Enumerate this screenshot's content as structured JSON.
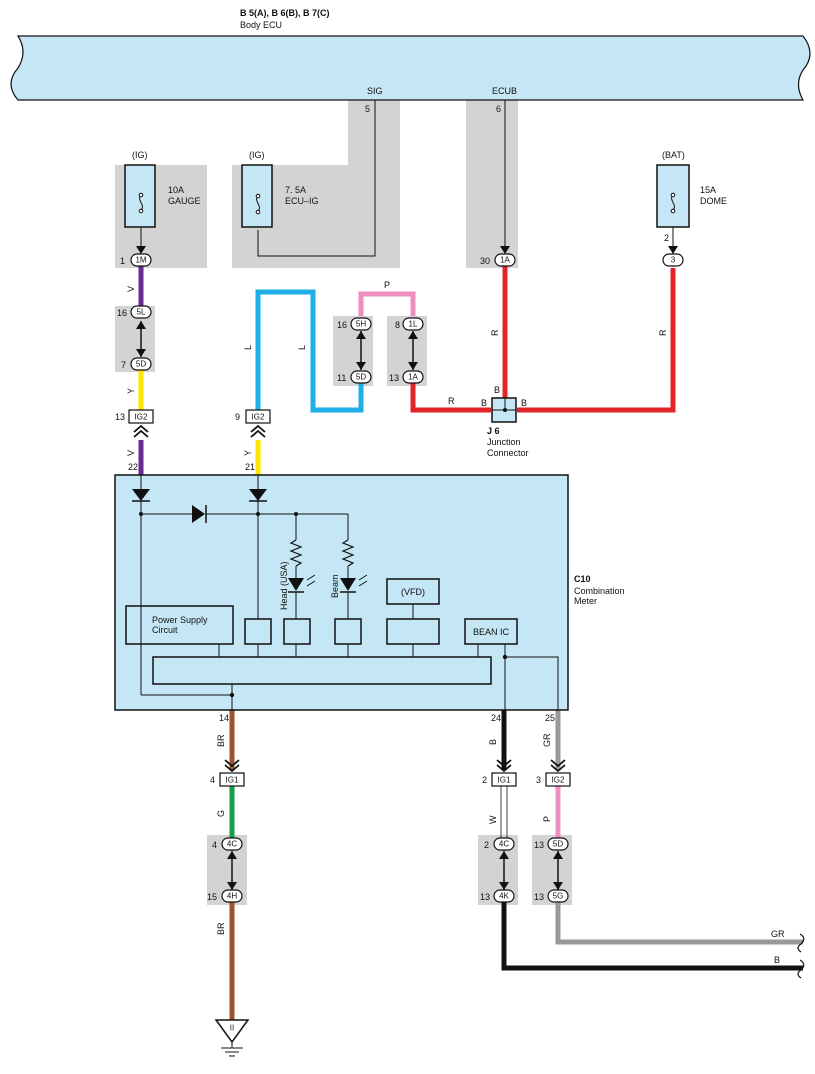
{
  "ecu": {
    "title": "B 5(A), B 6(B), B 7(C)",
    "name": "Body ECU",
    "pins": [
      {
        "label": "SIG",
        "num": "5"
      },
      {
        "label": "ECUB",
        "num": "6"
      }
    ]
  },
  "fuses": [
    {
      "source": "(IG)",
      "rating": "10A",
      "name": "GAUGE"
    },
    {
      "source": "(IG)",
      "rating": "7. 5A",
      "name": "ECU–IG"
    },
    {
      "source": "(BAT)",
      "rating": "15A",
      "name": "DOME"
    }
  ],
  "junction": {
    "id": "J 6",
    "name1": "Junction",
    "name2": "Connector",
    "pin_label": "B"
  },
  "meter": {
    "id": "C10",
    "name1": "Combination",
    "name2": "Meter",
    "power_supply1": "Power Supply",
    "power_supply2": "Circuit",
    "head": "Head (USA)",
    "beam": "Beam",
    "vfd": "(VFD)",
    "bean_ic": "BEAN IC"
  },
  "pins": {
    "p1": "1",
    "p30": "30",
    "p2": "2",
    "p16": "16",
    "p8": "8",
    "p11": "11",
    "p13": "13",
    "p7": "7",
    "p9": "9",
    "p22": "22",
    "p21": "21",
    "p14": "14",
    "p24": "24",
    "p25": "25",
    "p4": "4",
    "p15": "15",
    "p3": "3"
  },
  "connectors": {
    "c1M": "1M",
    "c1A": "1A",
    "c3": "3",
    "c5L": "5L",
    "c5D": "5D",
    "c5H": "5H",
    "c1L": "1L",
    "cIG2": "IG2",
    "cIG1": "IG1",
    "c4C": "4C",
    "c4H": "4H",
    "c4K": "4K",
    "c5G": "5G"
  },
  "wires": {
    "V": "V",
    "Y": "Y",
    "L": "L",
    "P": "P",
    "R": "R",
    "BR": "BR",
    "G": "G",
    "B": "B",
    "GR": "GR",
    "W": "W"
  },
  "ground": "II",
  "colors": {
    "ecu_fill": "#c5e6f5",
    "shade": "#d3d3d3",
    "violet": "#6a2b8f",
    "yellow": "#ffe600",
    "blue": "#1faee6",
    "pink": "#ef8fbf",
    "red": "#e3242b",
    "brown": "#9b5530",
    "green": "#12a14a",
    "black": "#111111",
    "gray": "#999999"
  }
}
